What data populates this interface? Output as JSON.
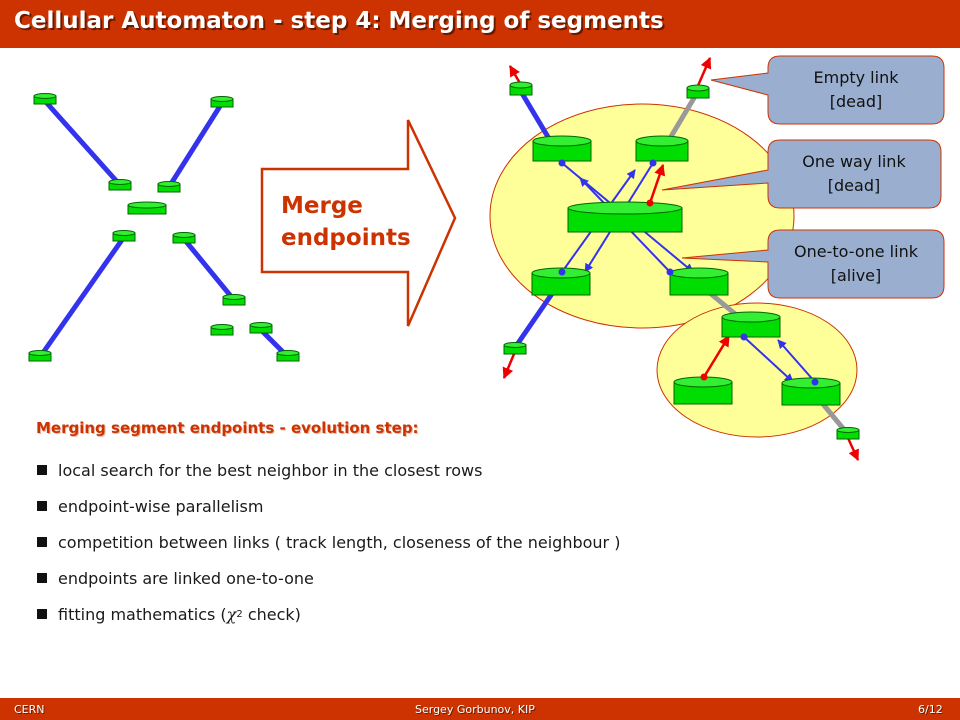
{
  "title": "Cellular Automaton - step 4: Merging of segments",
  "merge_arrow": {
    "line1": "Merge",
    "line2": "endpoints"
  },
  "callouts": {
    "empty_line1": "Empty link",
    "empty_line2": "[dead]",
    "oneway_line1": "One way link",
    "oneway_line2": "[dead]",
    "onetoone_line1": "One-to-one link",
    "onetoone_line2": "[alive]"
  },
  "section": {
    "heading": "Merging segment endpoints - evolution step:",
    "bullets": [
      "local search for the best neighbor in the closest rows",
      "endpoint-wise parallelism",
      "competition between links ( track length, closeness of the neighbour )",
      "endpoints are linked one-to-one"
    ],
    "last_bullet_prefix": "fitting mathematics (",
    "last_bullet_symbol": "χ",
    "last_bullet_superscript": "2",
    "last_bullet_suffix": " check)"
  },
  "footer": {
    "left": "CERN",
    "center": "Sergey Gorbunov, KIP",
    "right": "6/12"
  },
  "colors": {
    "accent": "#cc3300",
    "node_green": "#00dd00",
    "track_blue": "#3333ee",
    "link_red": "#ee0000",
    "link_gray": "#999999",
    "region_yellow": "#ffff99",
    "callout_fill": "#9aafcf"
  }
}
